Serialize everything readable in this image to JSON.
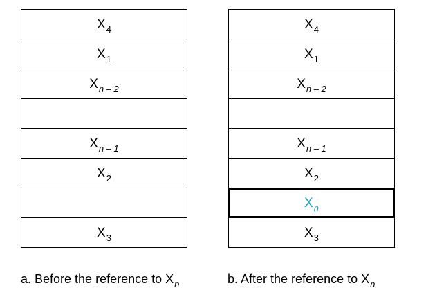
{
  "stack_a": {
    "cells": [
      {
        "base": "X",
        "sub": "4"
      },
      {
        "base": "X",
        "sub": "1"
      },
      {
        "base": "X",
        "sub": "n – 2"
      },
      {
        "base": "",
        "sub": ""
      },
      {
        "base": "X",
        "sub": "n – 1"
      },
      {
        "base": "X",
        "sub": "2"
      },
      {
        "base": "",
        "sub": ""
      },
      {
        "base": "X",
        "sub": "3"
      }
    ]
  },
  "stack_b": {
    "cells": [
      {
        "base": "X",
        "sub": "4"
      },
      {
        "base": "X",
        "sub": "1"
      },
      {
        "base": "X",
        "sub": "n – 2"
      },
      {
        "base": "",
        "sub": ""
      },
      {
        "base": "X",
        "sub": "n – 1"
      },
      {
        "base": "X",
        "sub": "2"
      },
      {
        "base": "X",
        "sub": "n"
      },
      {
        "base": "X",
        "sub": "3"
      }
    ],
    "highlight_color": "#1aa3c1"
  },
  "captions": {
    "a": {
      "text": "a. Before the reference to X",
      "sub": "n"
    },
    "b": {
      "text": "b. After the reference to X",
      "sub": "n"
    }
  }
}
